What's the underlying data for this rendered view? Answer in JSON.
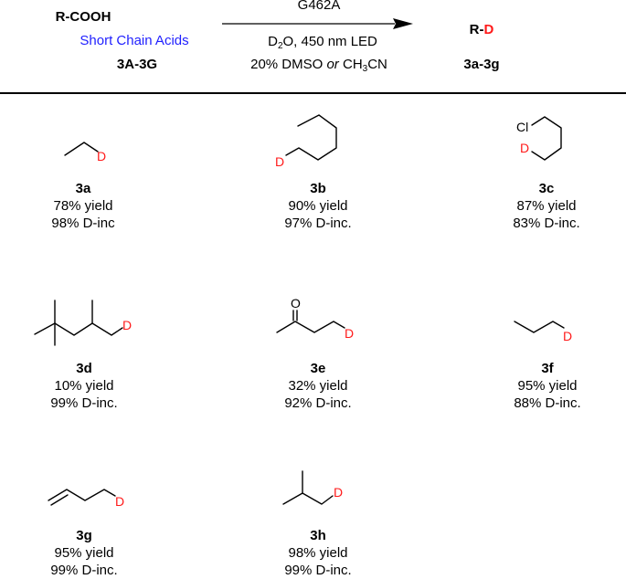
{
  "scheme": {
    "reactant": {
      "formula": "R-COOH",
      "class_label": "Short Chain Acids",
      "range_label": "3A-3G"
    },
    "arrow": {
      "above": "G462A",
      "below_line1_parts": [
        "D",
        "2",
        "O, 450 nm LED"
      ],
      "below_line2_parts": [
        "20% DMSO ",
        "or",
        " CH",
        "3",
        "CN"
      ]
    },
    "product": {
      "formula_prefix": "R-",
      "formula_label": "D",
      "range_label": "3a-3g"
    }
  },
  "colors": {
    "blue_label": "#1f1fff",
    "deuterium_red": "#ff1a1a",
    "bond_black": "#000000"
  },
  "compounds": [
    {
      "id": "3a",
      "yield": "78% yield",
      "dinc": "98% D-inc"
    },
    {
      "id": "3b",
      "yield": "90% yield",
      "dinc": "97% D-inc."
    },
    {
      "id": "3c",
      "yield": "87% yield",
      "dinc": "83% D-inc.",
      "atoms": [
        "Cl",
        "D"
      ]
    },
    {
      "id": "3d",
      "yield": "10% yield",
      "dinc": "99% D-inc."
    },
    {
      "id": "3e",
      "yield": "32% yield",
      "dinc": "92% D-inc.",
      "atoms": [
        "O",
        "D"
      ]
    },
    {
      "id": "3f",
      "yield": "95% yield",
      "dinc": "88% D-inc."
    },
    {
      "id": "3g",
      "yield": "95% yield",
      "dinc": "99% D-inc."
    },
    {
      "id": "3h",
      "yield": "98% yield",
      "dinc": "99% D-inc."
    }
  ],
  "atom_labels": {
    "deuterium": "D",
    "chlorine": "Cl",
    "oxygen": "O"
  }
}
